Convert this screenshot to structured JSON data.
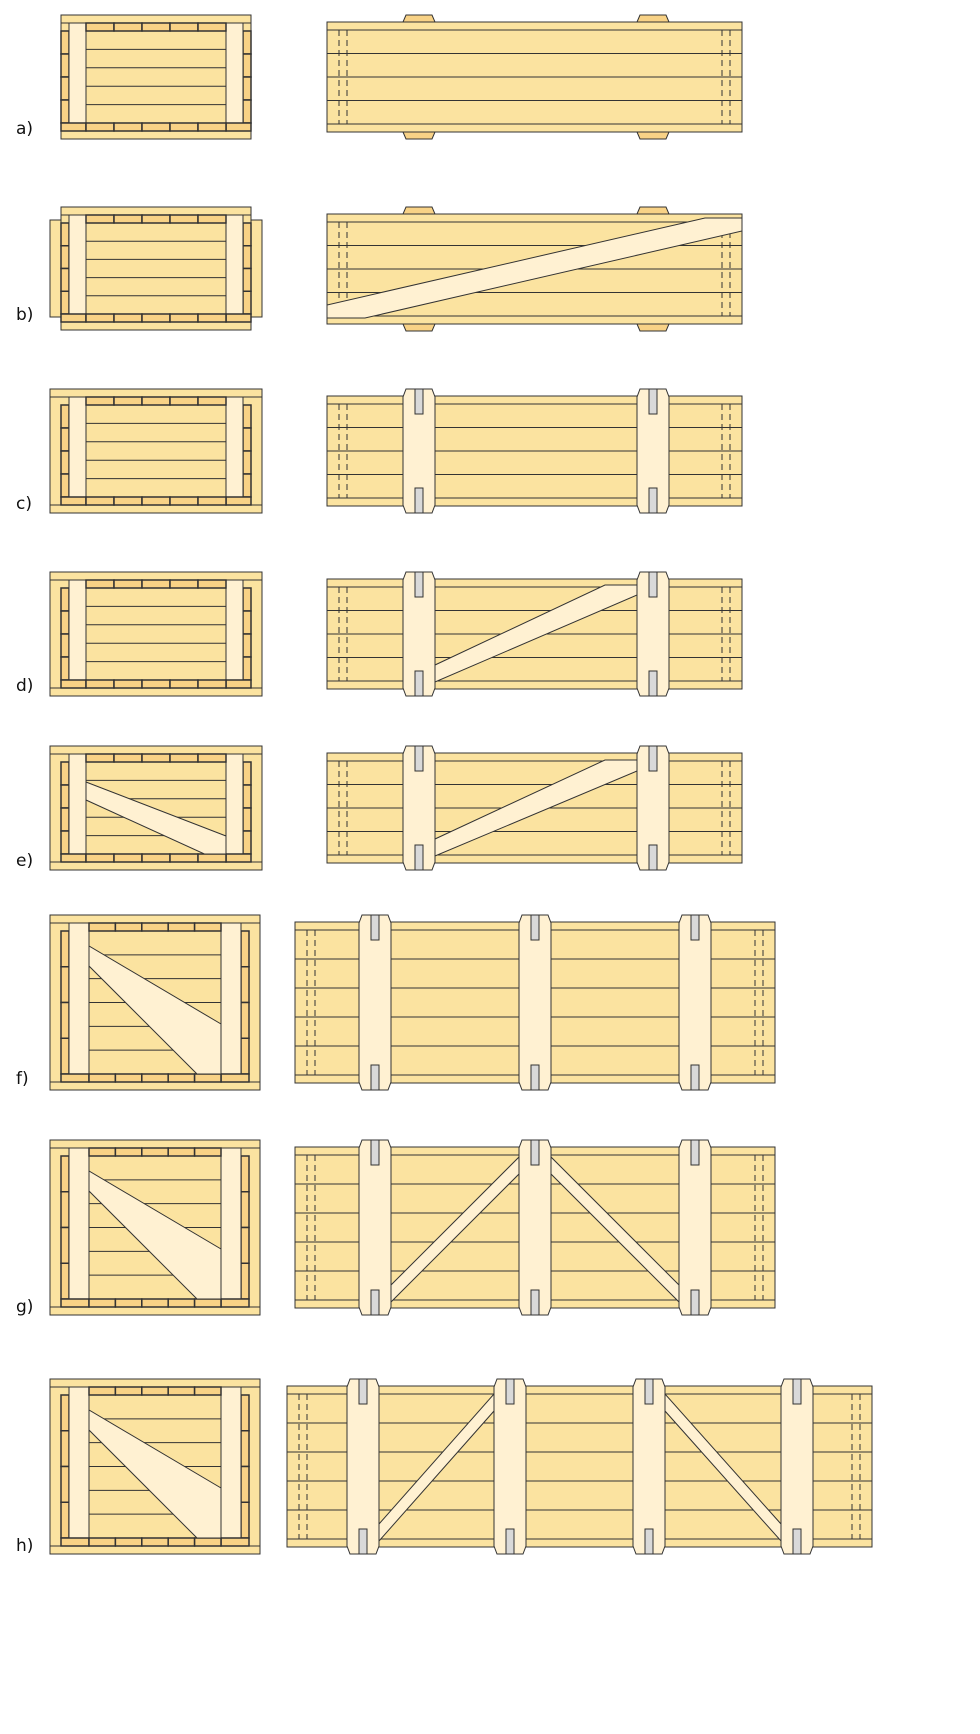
{
  "colors": {
    "wood": "#FBE3A0",
    "light": "#FFF1D2",
    "dark": "#F8D286",
    "clip": "#D9D9D9",
    "line": "#333333"
  },
  "rows": [
    {
      "label": "a)"
    },
    {
      "label": "b)"
    },
    {
      "label": "c)"
    },
    {
      "label": "d)"
    },
    {
      "label": "e)"
    },
    {
      "label": "f)"
    },
    {
      "label": "g)"
    },
    {
      "label": "h)"
    }
  ]
}
